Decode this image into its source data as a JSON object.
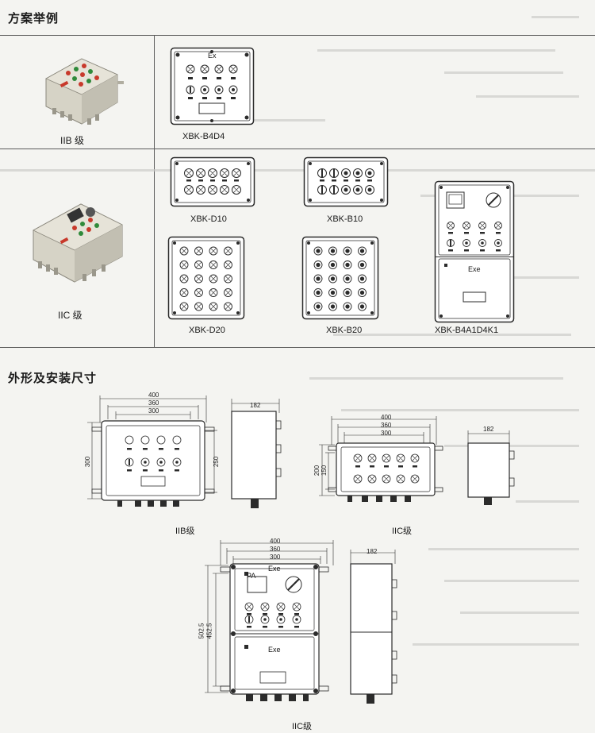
{
  "sections": {
    "scheme": "方案举例",
    "dimensions": "外形及安装尺寸"
  },
  "grades": {
    "iib": "IIB 级",
    "iic": "IIC 级"
  },
  "models": {
    "b4d4": "XBK-B4D4",
    "d10": "XBK-D10",
    "b10": "XBK-B10",
    "d20": "XBK-D20",
    "b20": "XBK-B20",
    "b4a1d4k1": "XBK-B4A1D4K1"
  },
  "panel_marks": {
    "ex": "Ex",
    "exe": "Exe",
    "pa": "PA"
  },
  "dims": {
    "w400": "400",
    "w360": "360",
    "w300": "300",
    "d182": "182",
    "h300": "300",
    "h250": "250",
    "h200": "200",
    "h150": "150",
    "h502": "502.5",
    "h452": "452.5"
  },
  "captions": {
    "iib": "IIB级",
    "iic1": "IIC级",
    "iic2": "IIC级"
  },
  "colors": {
    "line": "#2b2b2b",
    "enclosure": "#d9d5c9",
    "button_red": "#c8392b",
    "button_green": "#2f8a3a"
  }
}
